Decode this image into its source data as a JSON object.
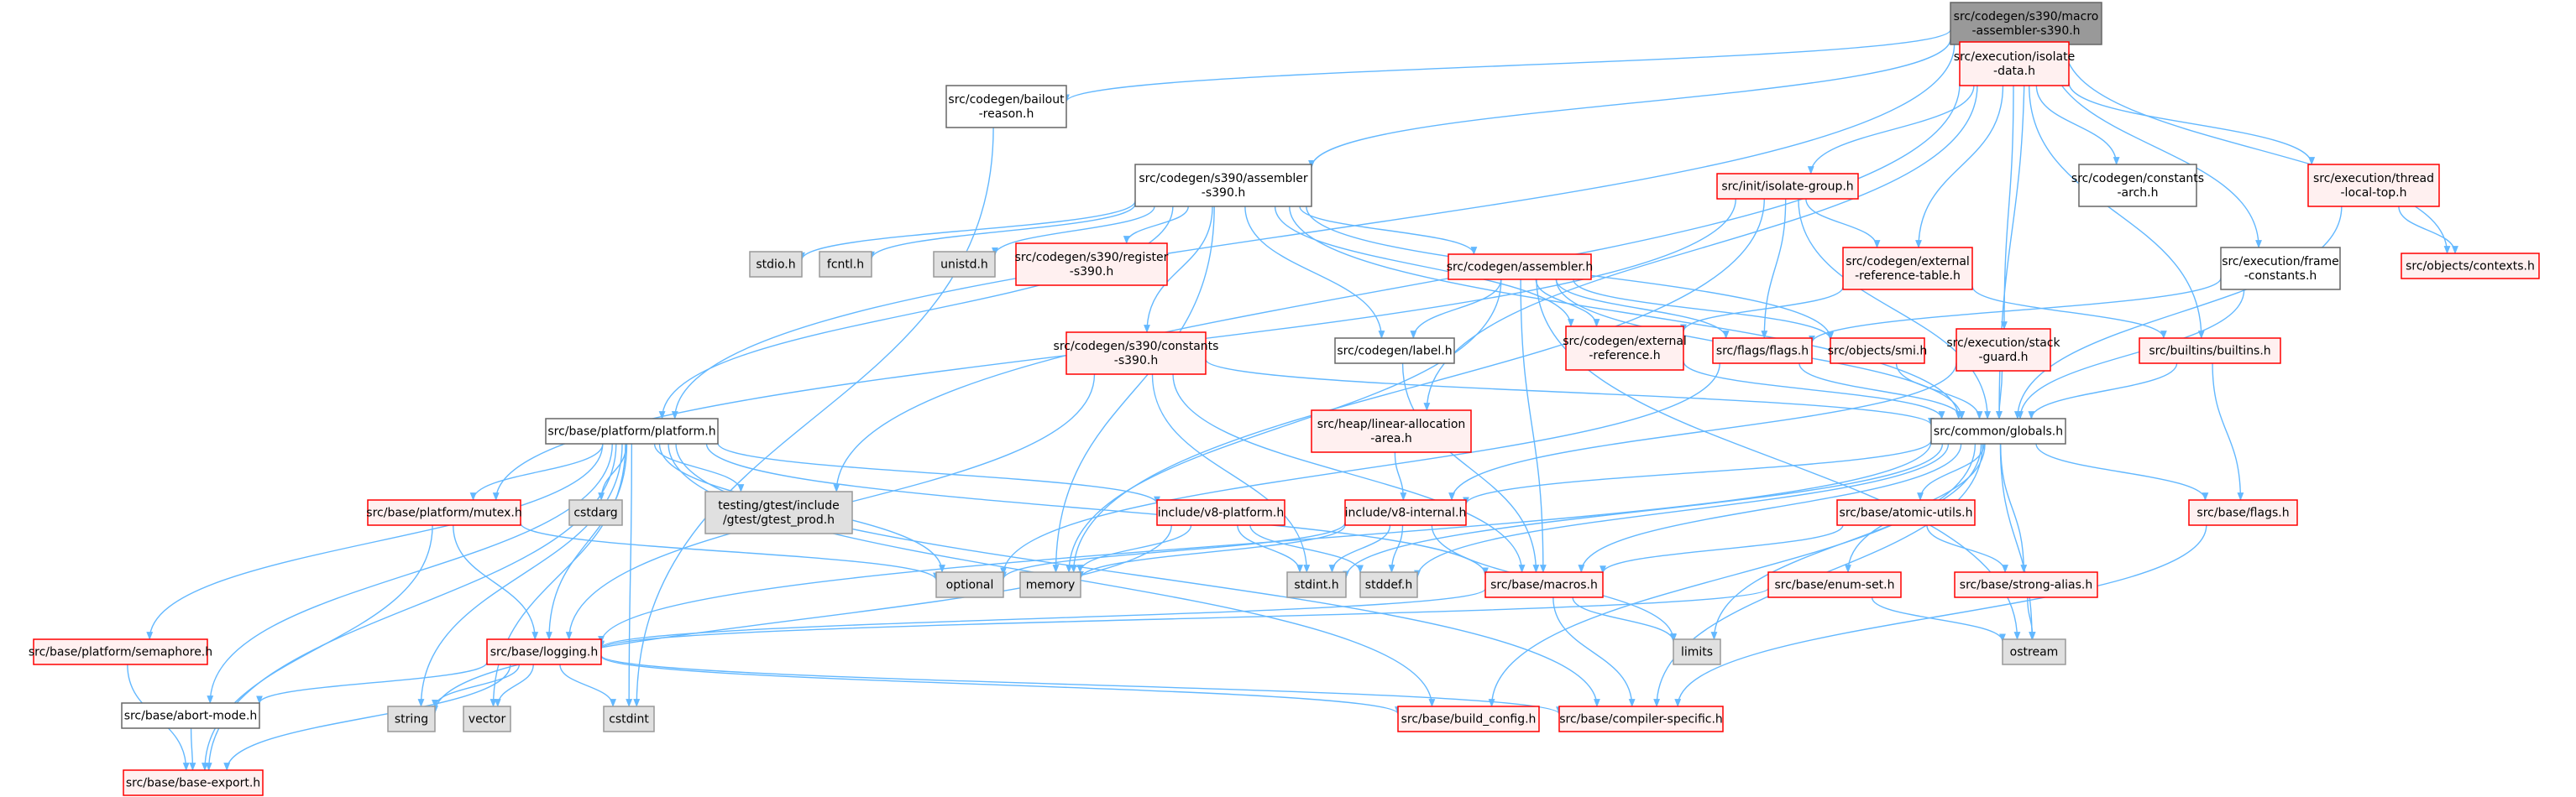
{
  "graph": {
    "style": {
      "root_fill": "#999999",
      "root_border": "#666666",
      "doc_fill": "#ffffff",
      "doc_border": "#666666",
      "nodoc_fill": "#fff0f0",
      "nodoc_border": "#ff0000",
      "system_fill": "#e0e0e0",
      "system_border": "#999999",
      "edge_color": "#63b8ff"
    },
    "nodes": [
      {
        "id": "root",
        "kind": "root",
        "lines": [
          "src/codegen/s390/macro",
          "-assembler-s390.h"
        ]
      },
      {
        "id": "bailout",
        "kind": "doc",
        "lines": [
          "src/codegen/bailout",
          "-reason.h"
        ]
      },
      {
        "id": "isolate_data",
        "kind": "nodoc",
        "lines": [
          "src/execution/isolate",
          "-data.h"
        ]
      },
      {
        "id": "asm_s390",
        "kind": "doc",
        "lines": [
          "src/codegen/s390/assembler",
          "-s390.h"
        ]
      },
      {
        "id": "const_arch",
        "kind": "doc",
        "lines": [
          "src/codegen/constants",
          "-arch.h"
        ]
      },
      {
        "id": "thread_local",
        "kind": "nodoc",
        "lines": [
          "src/execution/thread",
          "-local-top.h"
        ]
      },
      {
        "id": "isolate_group",
        "kind": "nodoc",
        "lines": [
          "src/init/isolate-group.h"
        ]
      },
      {
        "id": "stdio",
        "kind": "system",
        "lines": [
          "stdio.h"
        ]
      },
      {
        "id": "fcntl",
        "kind": "system",
        "lines": [
          "fcntl.h"
        ]
      },
      {
        "id": "unistd",
        "kind": "system",
        "lines": [
          "unistd.h"
        ]
      },
      {
        "id": "reg_s390",
        "kind": "nodoc",
        "lines": [
          "src/codegen/s390/register",
          "-s390.h"
        ]
      },
      {
        "id": "ext_ref_table",
        "kind": "nodoc",
        "lines": [
          "src/codegen/external",
          "-reference-table.h"
        ]
      },
      {
        "id": "frame_const",
        "kind": "doc",
        "lines": [
          "src/execution/frame",
          "-constants.h"
        ]
      },
      {
        "id": "contexts",
        "kind": "nodoc",
        "lines": [
          "src/objects/contexts.h"
        ]
      },
      {
        "id": "assembler",
        "kind": "nodoc",
        "lines": [
          "src/codegen/assembler.h"
        ]
      },
      {
        "id": "const_s390",
        "kind": "nodoc",
        "lines": [
          "src/codegen/s390/constants",
          "-s390.h"
        ]
      },
      {
        "id": "label",
        "kind": "doc",
        "lines": [
          "src/codegen/label.h"
        ]
      },
      {
        "id": "ext_ref",
        "kind": "nodoc",
        "lines": [
          "src/codegen/external",
          "-reference.h"
        ]
      },
      {
        "id": "flags",
        "kind": "nodoc",
        "lines": [
          "src/flags/flags.h"
        ]
      },
      {
        "id": "smi",
        "kind": "nodoc",
        "lines": [
          "src/objects/smi.h"
        ]
      },
      {
        "id": "stack_guard",
        "kind": "nodoc",
        "lines": [
          "src/execution/stack",
          "-guard.h"
        ]
      },
      {
        "id": "builtins",
        "kind": "nodoc",
        "lines": [
          "src/builtins/builtins.h"
        ]
      },
      {
        "id": "platform",
        "kind": "doc",
        "lines": [
          "src/base/platform/platform.h"
        ]
      },
      {
        "id": "linear_alloc",
        "kind": "nodoc",
        "lines": [
          "src/heap/linear-allocation",
          "-area.h"
        ]
      },
      {
        "id": "globals",
        "kind": "doc",
        "lines": [
          "src/common/globals.h"
        ]
      },
      {
        "id": "cstdarg",
        "kind": "system",
        "lines": [
          "cstdarg"
        ]
      },
      {
        "id": "gtest_prod",
        "kind": "system",
        "lines": [
          "testing/gtest/include",
          "/gtest/gtest_prod.h"
        ]
      },
      {
        "id": "mutex",
        "kind": "nodoc",
        "lines": [
          "src/base/platform/mutex.h"
        ]
      },
      {
        "id": "v8_platform",
        "kind": "nodoc",
        "lines": [
          "include/v8-platform.h"
        ]
      },
      {
        "id": "v8_internal",
        "kind": "nodoc",
        "lines": [
          "include/v8-internal.h"
        ]
      },
      {
        "id": "atomic_utils",
        "kind": "nodoc",
        "lines": [
          "src/base/atomic-utils.h"
        ]
      },
      {
        "id": "base_flags",
        "kind": "nodoc",
        "lines": [
          "src/base/flags.h"
        ]
      },
      {
        "id": "optional",
        "kind": "system",
        "lines": [
          "optional"
        ]
      },
      {
        "id": "memory",
        "kind": "system",
        "lines": [
          "memory"
        ]
      },
      {
        "id": "stdint",
        "kind": "system",
        "lines": [
          "stdint.h"
        ]
      },
      {
        "id": "stddef",
        "kind": "system",
        "lines": [
          "stddef.h"
        ]
      },
      {
        "id": "macros",
        "kind": "nodoc",
        "lines": [
          "src/base/macros.h"
        ]
      },
      {
        "id": "enum_set",
        "kind": "nodoc",
        "lines": [
          "src/base/enum-set.h"
        ]
      },
      {
        "id": "strong_alias",
        "kind": "nodoc",
        "lines": [
          "src/base/strong-alias.h"
        ]
      },
      {
        "id": "semaphore",
        "kind": "nodoc",
        "lines": [
          "src/base/platform/semaphore.h"
        ]
      },
      {
        "id": "logging",
        "kind": "nodoc",
        "lines": [
          "src/base/logging.h"
        ]
      },
      {
        "id": "limits",
        "kind": "system",
        "lines": [
          "limits"
        ]
      },
      {
        "id": "ostream",
        "kind": "system",
        "lines": [
          "ostream"
        ]
      },
      {
        "id": "abort_mode",
        "kind": "doc",
        "lines": [
          "src/base/abort-mode.h"
        ]
      },
      {
        "id": "string",
        "kind": "system",
        "lines": [
          "string"
        ]
      },
      {
        "id": "vector",
        "kind": "system",
        "lines": [
          "vector"
        ]
      },
      {
        "id": "cstdint",
        "kind": "system",
        "lines": [
          "cstdint"
        ]
      },
      {
        "id": "build_config",
        "kind": "nodoc",
        "lines": [
          "src/base/build_config.h"
        ]
      },
      {
        "id": "compiler_specific",
        "kind": "nodoc",
        "lines": [
          "src/base/compiler-specific.h"
        ]
      },
      {
        "id": "base_export",
        "kind": "nodoc",
        "lines": [
          "src/base/base-export.h"
        ]
      }
    ],
    "edges": [
      [
        "root",
        "bailout"
      ],
      [
        "root",
        "isolate_data"
      ],
      [
        "root",
        "asm_s390"
      ],
      [
        "root",
        "platform"
      ],
      [
        "root",
        "frame_const"
      ],
      [
        "root",
        "contexts"
      ],
      [
        "root",
        "globals"
      ],
      [
        "bailout",
        "cstdint"
      ],
      [
        "isolate_data",
        "const_arch"
      ],
      [
        "isolate_data",
        "thread_local"
      ],
      [
        "isolate_data",
        "isolate_group"
      ],
      [
        "isolate_data",
        "ext_ref_table"
      ],
      [
        "isolate_data",
        "stack_guard"
      ],
      [
        "isolate_data",
        "builtins"
      ],
      [
        "isolate_data",
        "linear_alloc"
      ],
      [
        "isolate_data",
        "gtest_prod"
      ],
      [
        "asm_s390",
        "stdio"
      ],
      [
        "asm_s390",
        "fcntl"
      ],
      [
        "asm_s390",
        "unistd"
      ],
      [
        "asm_s390",
        "reg_s390"
      ],
      [
        "asm_s390",
        "assembler"
      ],
      [
        "asm_s390",
        "const_s390"
      ],
      [
        "asm_s390",
        "label"
      ],
      [
        "asm_s390",
        "ext_ref"
      ],
      [
        "asm_s390",
        "smi"
      ],
      [
        "asm_s390",
        "platform"
      ],
      [
        "asm_s390",
        "memory"
      ],
      [
        "asm_s390",
        "globals"
      ],
      [
        "thread_local",
        "contexts"
      ],
      [
        "thread_local",
        "globals"
      ],
      [
        "isolate_group",
        "ext_ref_table"
      ],
      [
        "isolate_group",
        "flags"
      ],
      [
        "isolate_group",
        "mutex"
      ],
      [
        "isolate_group",
        "memory"
      ],
      [
        "isolate_group",
        "globals"
      ],
      [
        "ext_ref_table",
        "ext_ref"
      ],
      [
        "ext_ref_table",
        "builtins"
      ],
      [
        "frame_const",
        "flags"
      ],
      [
        "frame_const",
        "globals"
      ],
      [
        "assembler",
        "label"
      ],
      [
        "assembler",
        "ext_ref"
      ],
      [
        "assembler",
        "flags"
      ],
      [
        "assembler",
        "smi"
      ],
      [
        "assembler",
        "globals"
      ],
      [
        "assembler",
        "macros"
      ],
      [
        "assembler",
        "memory"
      ],
      [
        "assembler",
        "ostream"
      ],
      [
        "const_s390",
        "globals"
      ],
      [
        "const_s390",
        "stdint"
      ],
      [
        "const_s390",
        "macros"
      ],
      [
        "const_s390",
        "logging"
      ],
      [
        "label",
        "macros"
      ],
      [
        "ext_ref",
        "globals"
      ],
      [
        "flags",
        "globals"
      ],
      [
        "flags",
        "optional"
      ],
      [
        "smi",
        "globals"
      ],
      [
        "stack_guard",
        "globals"
      ],
      [
        "stack_guard",
        "v8_internal"
      ],
      [
        "builtins",
        "globals"
      ],
      [
        "builtins",
        "base_flags"
      ],
      [
        "platform",
        "cstdarg"
      ],
      [
        "platform",
        "gtest_prod"
      ],
      [
        "platform",
        "mutex"
      ],
      [
        "platform",
        "v8_platform"
      ],
      [
        "platform",
        "semaphore"
      ],
      [
        "platform",
        "logging"
      ],
      [
        "platform",
        "abort_mode"
      ],
      [
        "platform",
        "string"
      ],
      [
        "platform",
        "vector"
      ],
      [
        "platform",
        "cstdint"
      ],
      [
        "platform",
        "optional"
      ],
      [
        "platform",
        "macros"
      ],
      [
        "platform",
        "build_config"
      ],
      [
        "platform",
        "compiler_specific"
      ],
      [
        "platform",
        "base_export"
      ],
      [
        "linear_alloc",
        "v8_internal"
      ],
      [
        "globals",
        "v8_internal"
      ],
      [
        "globals",
        "atomic_utils"
      ],
      [
        "globals",
        "base_flags"
      ],
      [
        "globals",
        "enum_set"
      ],
      [
        "globals",
        "strong_alias"
      ],
      [
        "globals",
        "macros"
      ],
      [
        "globals",
        "stdint"
      ],
      [
        "globals",
        "stddef"
      ],
      [
        "globals",
        "ostream"
      ],
      [
        "globals",
        "limits"
      ],
      [
        "globals",
        "build_config"
      ],
      [
        "globals",
        "compiler_specific"
      ],
      [
        "globals",
        "logging"
      ],
      [
        "mutex",
        "logging"
      ],
      [
        "mutex",
        "base_export"
      ],
      [
        "mutex",
        "optional"
      ],
      [
        "v8_platform",
        "stdint"
      ],
      [
        "v8_platform",
        "stddef"
      ],
      [
        "v8_platform",
        "memory"
      ],
      [
        "v8_platform",
        "string"
      ],
      [
        "v8_internal",
        "stdint"
      ],
      [
        "v8_internal",
        "stddef"
      ],
      [
        "v8_internal",
        "memory"
      ],
      [
        "v8_internal",
        "optional"
      ],
      [
        "v8_internal",
        "limits"
      ],
      [
        "atomic_utils",
        "macros"
      ],
      [
        "atomic_utils",
        "strong_alias"
      ],
      [
        "base_flags",
        "compiler_specific"
      ],
      [
        "macros",
        "limits"
      ],
      [
        "macros",
        "compiler_specific"
      ],
      [
        "macros",
        "logging"
      ],
      [
        "enum_set",
        "logging"
      ],
      [
        "enum_set",
        "ostream"
      ],
      [
        "strong_alias",
        "ostream"
      ],
      [
        "semaphore",
        "base_export"
      ],
      [
        "logging",
        "abort_mode"
      ],
      [
        "logging",
        "string"
      ],
      [
        "logging",
        "vector"
      ],
      [
        "logging",
        "cstdint"
      ],
      [
        "logging",
        "build_config"
      ],
      [
        "logging",
        "compiler_specific"
      ],
      [
        "logging",
        "base_export"
      ],
      [
        "abort_mode",
        "base_export"
      ]
    ]
  }
}
